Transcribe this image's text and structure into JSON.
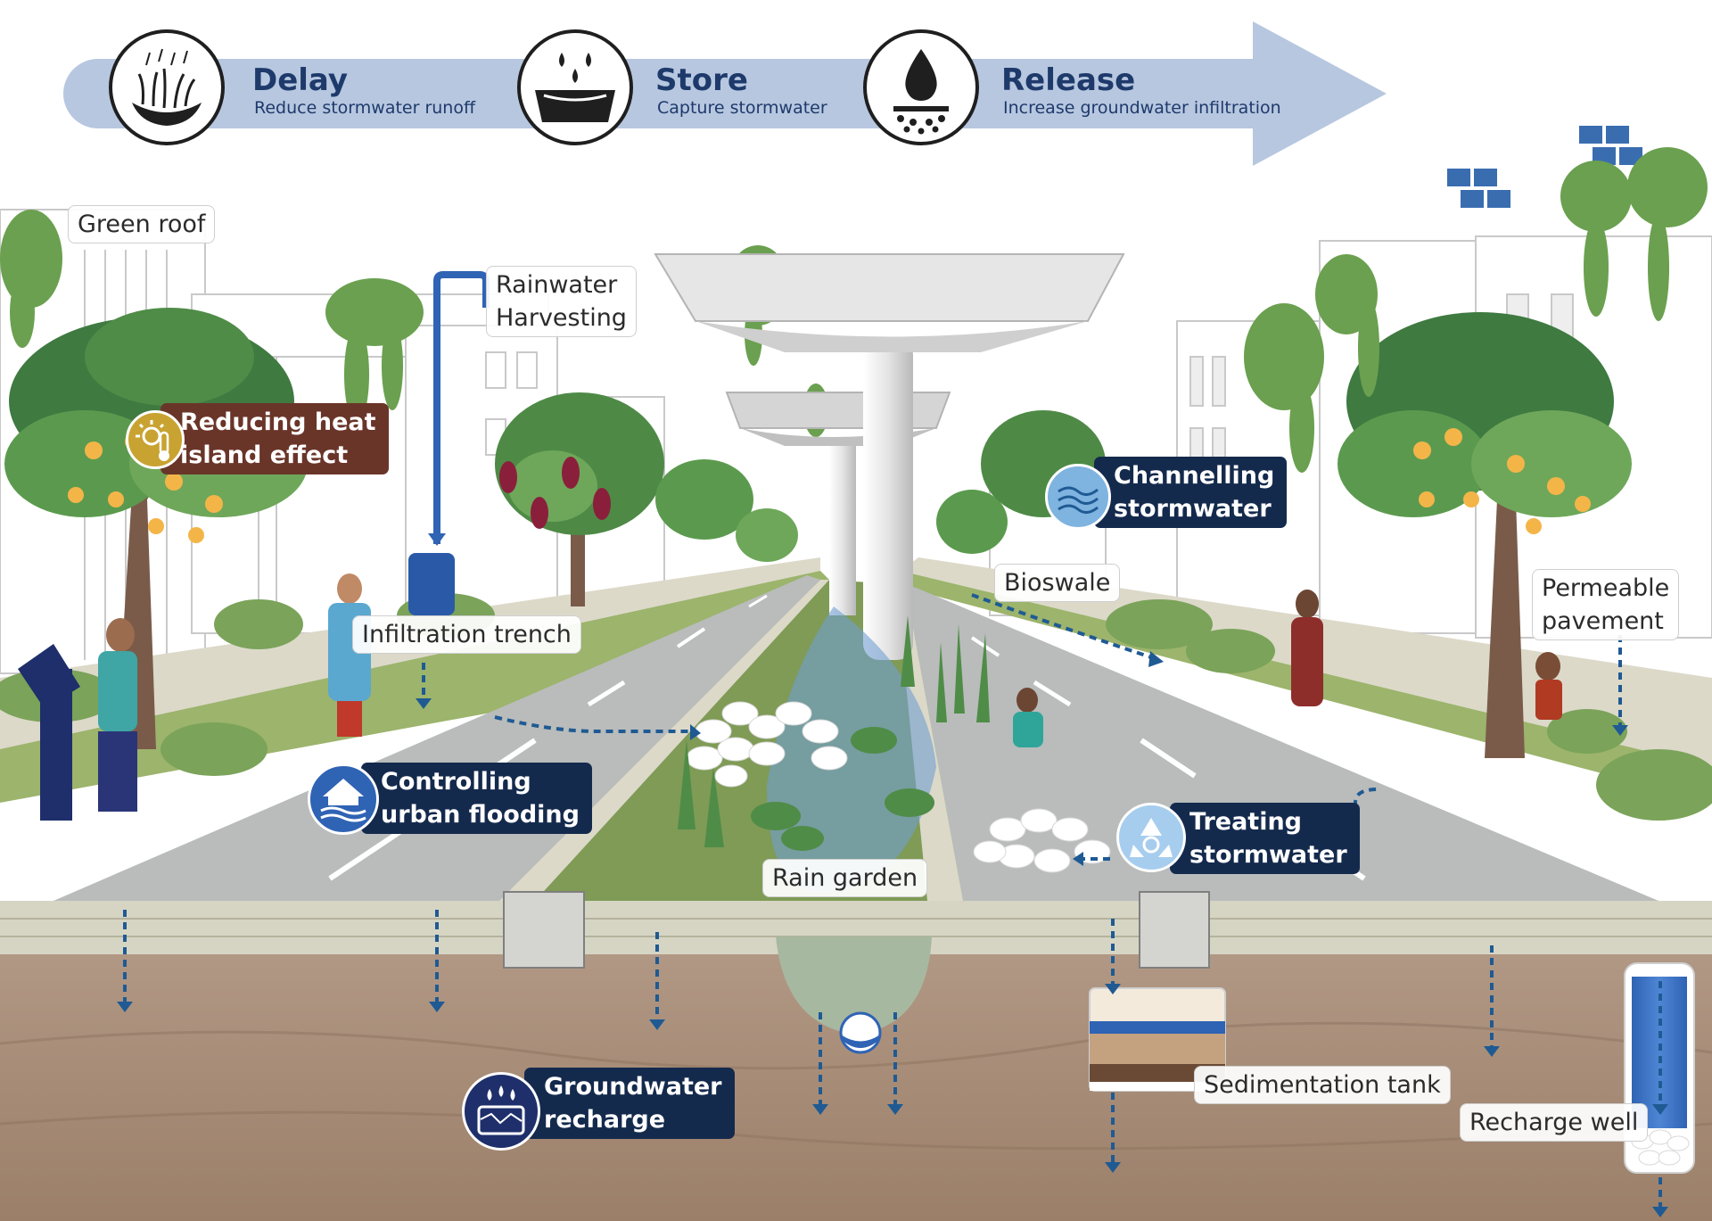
{
  "process_steps": [
    {
      "title": "Delay",
      "subtitle": "Reduce stormwater runoff",
      "icon": "grass-rain-icon"
    },
    {
      "title": "Store",
      "subtitle": "Capture stormwater",
      "icon": "water-basin-icon"
    },
    {
      "title": "Release",
      "subtitle": "Increase groundwater infiltration",
      "icon": "water-drop-release-icon"
    }
  ],
  "labels": {
    "green_roof": "Green roof",
    "rainwater_harvesting_1": "Rainwater",
    "rainwater_harvesting_2": "Harvesting",
    "infiltration_trench": "Infiltration trench",
    "bioswale": "Bioswale",
    "permeable_pavement_1": "Permeable",
    "permeable_pavement_2": "pavement",
    "rain_garden": "Rain garden",
    "sedimentation_tank": "Sedimentation tank",
    "recharge_well": "Recharge well"
  },
  "benefits": {
    "heat_1": "Reducing heat",
    "heat_2": "island effect",
    "channel_1": "Channelling",
    "channel_2": "stormwater",
    "flood_1": "Controlling",
    "flood_2": "urban flooding",
    "treat_1": "Treating",
    "treat_2": "stormwater",
    "gw_1": "Groundwater",
    "gw_2": "recharge"
  },
  "colors": {
    "arrow_band": "#b7c7e0",
    "title_blue": "#1e3a6b",
    "navy_label": "#142a4d",
    "brown_label": "#6a3529",
    "soil": "#a58a74",
    "road": "#b9bcbb",
    "grass": "#86a55c",
    "water_blue": "#3b6cb5"
  }
}
